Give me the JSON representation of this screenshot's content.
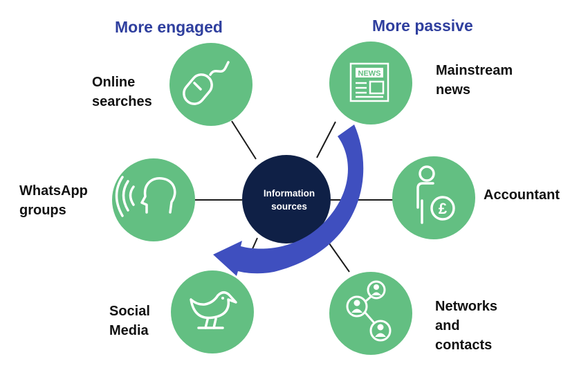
{
  "headers": {
    "engaged": "More engaged",
    "passive": "More passive"
  },
  "center": {
    "line1": "Information",
    "line2": "sources"
  },
  "nodes": {
    "online": {
      "line1": "Online",
      "line2": "searches",
      "icon": "mouse-icon"
    },
    "news": {
      "line1": "Mainstream",
      "line2": "news",
      "icon": "newspaper-icon",
      "icon_text": "NEWS"
    },
    "whatsapp": {
      "line1": "WhatsApp",
      "line2": "groups",
      "icon": "speaking-head-icon"
    },
    "accountant": {
      "line1": "Accountant",
      "icon": "person-pound-icon",
      "icon_text": "£"
    },
    "social": {
      "line1": "Social",
      "line2": "Media",
      "icon": "bird-icon"
    },
    "networks": {
      "line1": "Networks",
      "line2": "and",
      "line3": "contacts",
      "icon": "network-people-icon"
    }
  },
  "colors": {
    "node_fill": "#63bf82",
    "center_fill": "#0f2046",
    "arrow_fill": "#3f4fbf",
    "header_text": "#2f3f9e",
    "label_text": "#111111"
  }
}
